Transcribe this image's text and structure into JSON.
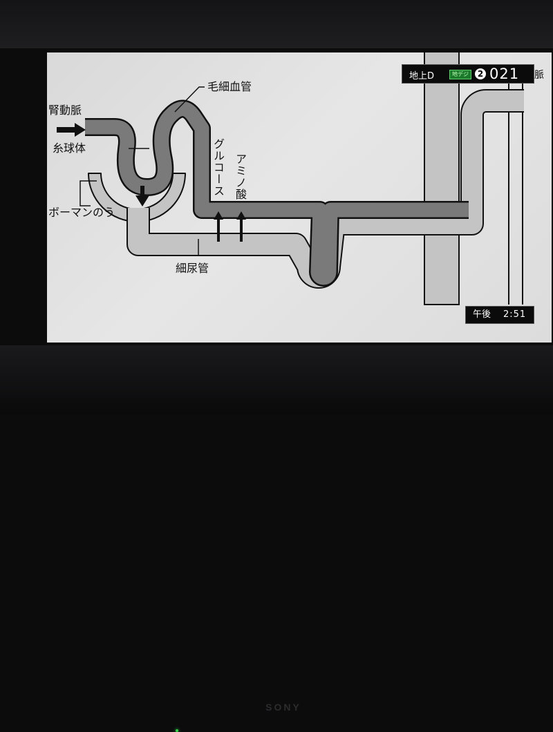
{
  "labels": {
    "renal_artery": "腎動脈",
    "capillary": "毛細血管",
    "glomerulus": "糸球体",
    "bowman_capsule": "ボーマンのう",
    "glucose": "グルコース",
    "amino_acid": "アミノ酸",
    "renal_tubule": "細尿管"
  },
  "channel": {
    "band": "地上D",
    "signal_badge": "地デジ",
    "button_number": "2",
    "number": "021",
    "tail_text": "脈"
  },
  "clock": {
    "ampm": "午後",
    "time": "2:51"
  },
  "tv_brand": "SONY",
  "colors": {
    "vessel_fill": "#7a7a7a",
    "tubule_fill": "#c4c4c4",
    "outline": "#111111",
    "screen_bg": "#e0e0e0",
    "power_led": "#39d14a"
  }
}
